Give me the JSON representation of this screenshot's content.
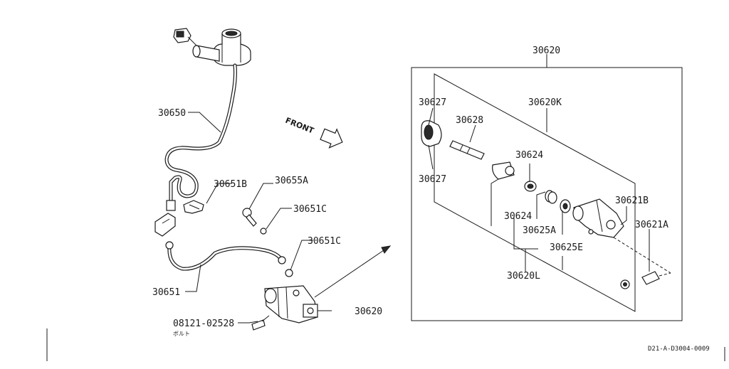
{
  "labels": {
    "hose_30650": "30650",
    "clip_30651b": "30651B",
    "bleeder_30655a": "30655A",
    "washer_30651c_upper": "30651C",
    "washer_30651c_lower": "30651C",
    "tube_30651": "30651",
    "bolt_08121": "08121-02528",
    "bolt_jp": "ボルト",
    "cylinder_30620": "30620",
    "assembly_30620": "30620",
    "boot_30627_top": "30627",
    "boot_30627_bottom": "30627",
    "pushrod_30628": "30628",
    "kit_30620k": "30620K",
    "piston_30624_top": "30624",
    "piston_30624_bottom": "30624",
    "spring_30625a": "30625A",
    "cup_30625e": "30625E",
    "body_30620l": "30620L",
    "screw_30621b": "30621B",
    "bleeder_30621a": "30621A",
    "front_text": "FRONT",
    "diagram_ref": "D21-A-D3004-0009"
  }
}
